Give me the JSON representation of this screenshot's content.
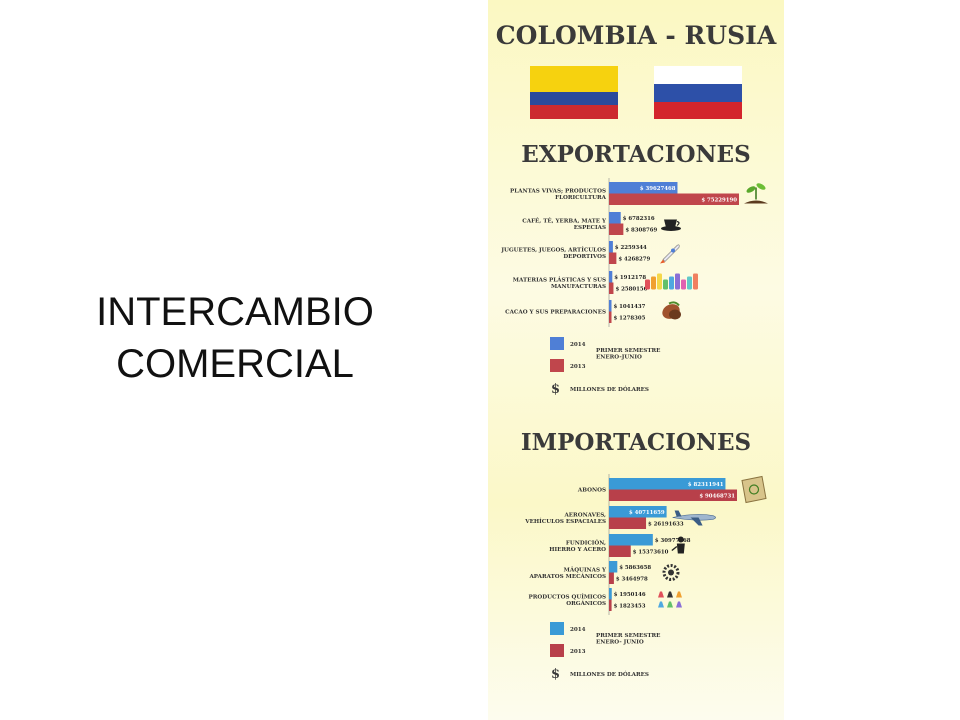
{
  "slide": {
    "title_line1": "INTERCAMBIO",
    "title_line2": "COMERCIAL"
  },
  "infographic": {
    "header": "COLOMBIA - RUSIA",
    "flags": [
      "colombia-flag-icon",
      "russia-flag-icon"
    ]
  },
  "chart_data": [
    {
      "type": "bar",
      "title": "EXPORTACIONES",
      "categories": [
        [
          "PLANTAS VIVAS; PRODUCTOS",
          "FLORICULTURA"
        ],
        [
          "CAFÉ, TÉ, YERBA, MATE Y",
          "ESPECIAS"
        ],
        [
          "JUGUETES, JUEGOS, ARTÍCULOS",
          "DEPORTIVOS"
        ],
        [
          "MATERIAS PLÁSTICAS Y SUS",
          "MANUFACTURAS"
        ],
        [
          "CACAO Y SUS PREPARACIONES"
        ]
      ],
      "series": [
        {
          "name": "2014",
          "color": "#4f7fd6",
          "values": [
            39627468,
            6782316,
            2259344,
            1912178,
            1041437
          ],
          "labels": [
            "$ 39627468",
            "$ 6782316",
            "$ 2259344",
            "$ 1912178",
            "$ 1041437"
          ]
        },
        {
          "name": "2013",
          "color": "#c0464c",
          "values": [
            75229190,
            8308769,
            4268279,
            2580156,
            1278305
          ],
          "labels": [
            "$ 75229190",
            "$ 8308769",
            "$ 4268279",
            "$ 2580156",
            "$ 1278305"
          ]
        }
      ],
      "icons": [
        "plant-icon",
        "coffee-cup-icon",
        "rocket-toy-icon",
        "plastic-bottles-icon",
        "cacao-pod-icon"
      ],
      "legend": {
        "period_line1": "PRIMER SEMESTRE",
        "period_line2": "ENERO-JUNIO",
        "unit": "MILLONES DE DÓLARES",
        "unit_symbol": "$"
      }
    },
    {
      "type": "bar",
      "title": "IMPORTACIONES",
      "categories": [
        [
          "ABONOS"
        ],
        [
          "AERONAVES,",
          "VEHÍCULOS ESPACIALES"
        ],
        [
          "FUNDICIÓN,",
          "HIERRO Y ACERO"
        ],
        [
          "MÁQUINAS Y",
          "APARATOS MECÁNICOS"
        ],
        [
          "PRODUCTOS QUÍMICOS",
          "ORGÁNICOS"
        ]
      ],
      "series": [
        {
          "name": "2014",
          "color": "#3a9ad6",
          "values": [
            82311941,
            40711659,
            30977868,
            5863658,
            1950146
          ],
          "labels": [
            "$ 82311941",
            "$ 40711659",
            "$ 30977868",
            "$ 5863658",
            "$ 1950146"
          ]
        },
        {
          "name": "2013",
          "color": "#b8404a",
          "values": [
            90468731,
            26191633,
            15373610,
            3464978,
            1823453
          ],
          "labels": [
            "$ 90468731",
            "$ 26191633",
            "$ 15373610",
            "$ 3464978",
            "$ 1823453"
          ]
        }
      ],
      "icons": [
        "fertilizer-bag-icon",
        "airplane-icon",
        "welder-icon",
        "machine-gear-icon",
        "chemical-flasks-icon"
      ],
      "legend": {
        "period_line1": "PRIMER SEMESTRE",
        "period_line2": "ENERO- JUNIO",
        "unit": "MILLONES DE DÓLARES",
        "unit_symbol": "$"
      }
    }
  ]
}
